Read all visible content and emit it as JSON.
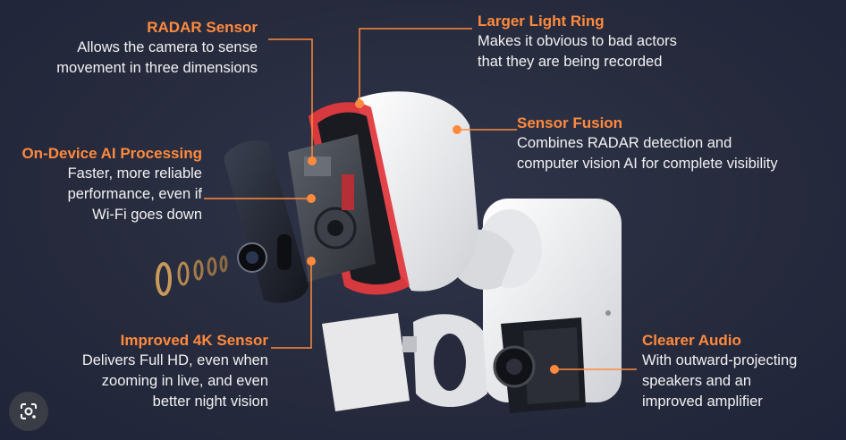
{
  "colors": {
    "accent": "#ff8a3d",
    "background": "#262a3c",
    "text": "#f2f2f2"
  },
  "callouts": {
    "radar": {
      "title": "RADAR Sensor",
      "line1": "Allows the camera to sense",
      "line2": "movement in three dimensions"
    },
    "light_ring": {
      "title": "Larger Light Ring",
      "line1": "Makes it obvious to bad actors",
      "line2": "that they are being recorded"
    },
    "sensor_fusion": {
      "title": "Sensor Fusion",
      "line1": "Combines RADAR detection and",
      "line2": "computer vision AI for complete visibility"
    },
    "ai_processing": {
      "title": "On-Device AI Processing",
      "line1": "Faster, more reliable",
      "line2": "performance, even if",
      "line3": "Wi-Fi goes down"
    },
    "sensor_4k": {
      "title": "Improved 4K Sensor",
      "line1": "Delivers Full HD, even when",
      "line2": "zooming in live, and even",
      "line3": "better night vision"
    },
    "audio": {
      "title": "Clearer Audio",
      "line1": "With outward-projecting",
      "line2": "speakers and an",
      "line3": "improved amplifier"
    }
  },
  "icons": {
    "lens_button": "google-lens-icon"
  }
}
